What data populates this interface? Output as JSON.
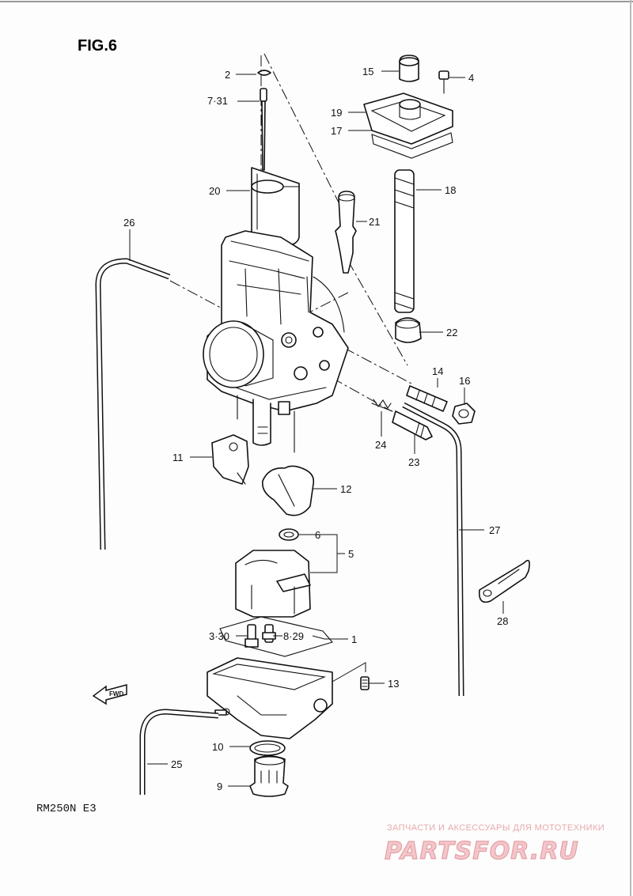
{
  "figure_title": "FIG.6",
  "model_code": "RM250N E3",
  "fwd_marker": "FWD",
  "watermark": {
    "tagline": "ЗАПЧАСТИ И АКСЕССУАРЫ ДЛЯ МОТОТЕХНИКИ",
    "logo": "PARTSFOR.RU"
  },
  "callouts": {
    "c1": "1",
    "c2": "2",
    "c3_30": "3·30",
    "c4": "4",
    "c5": "5",
    "c6": "6",
    "c7_31": "7·31",
    "c8_29": "8·29",
    "c9": "9",
    "c10": "10",
    "c11": "11",
    "c12": "12",
    "c13": "13",
    "c14": "14",
    "c15": "15",
    "c16": "16",
    "c17": "17",
    "c18": "18",
    "c19": "19",
    "c20": "20",
    "c21": "21",
    "c22": "22",
    "c23": "23",
    "c24": "24",
    "c25": "25",
    "c26": "26",
    "c27": "27",
    "c28": "28"
  }
}
